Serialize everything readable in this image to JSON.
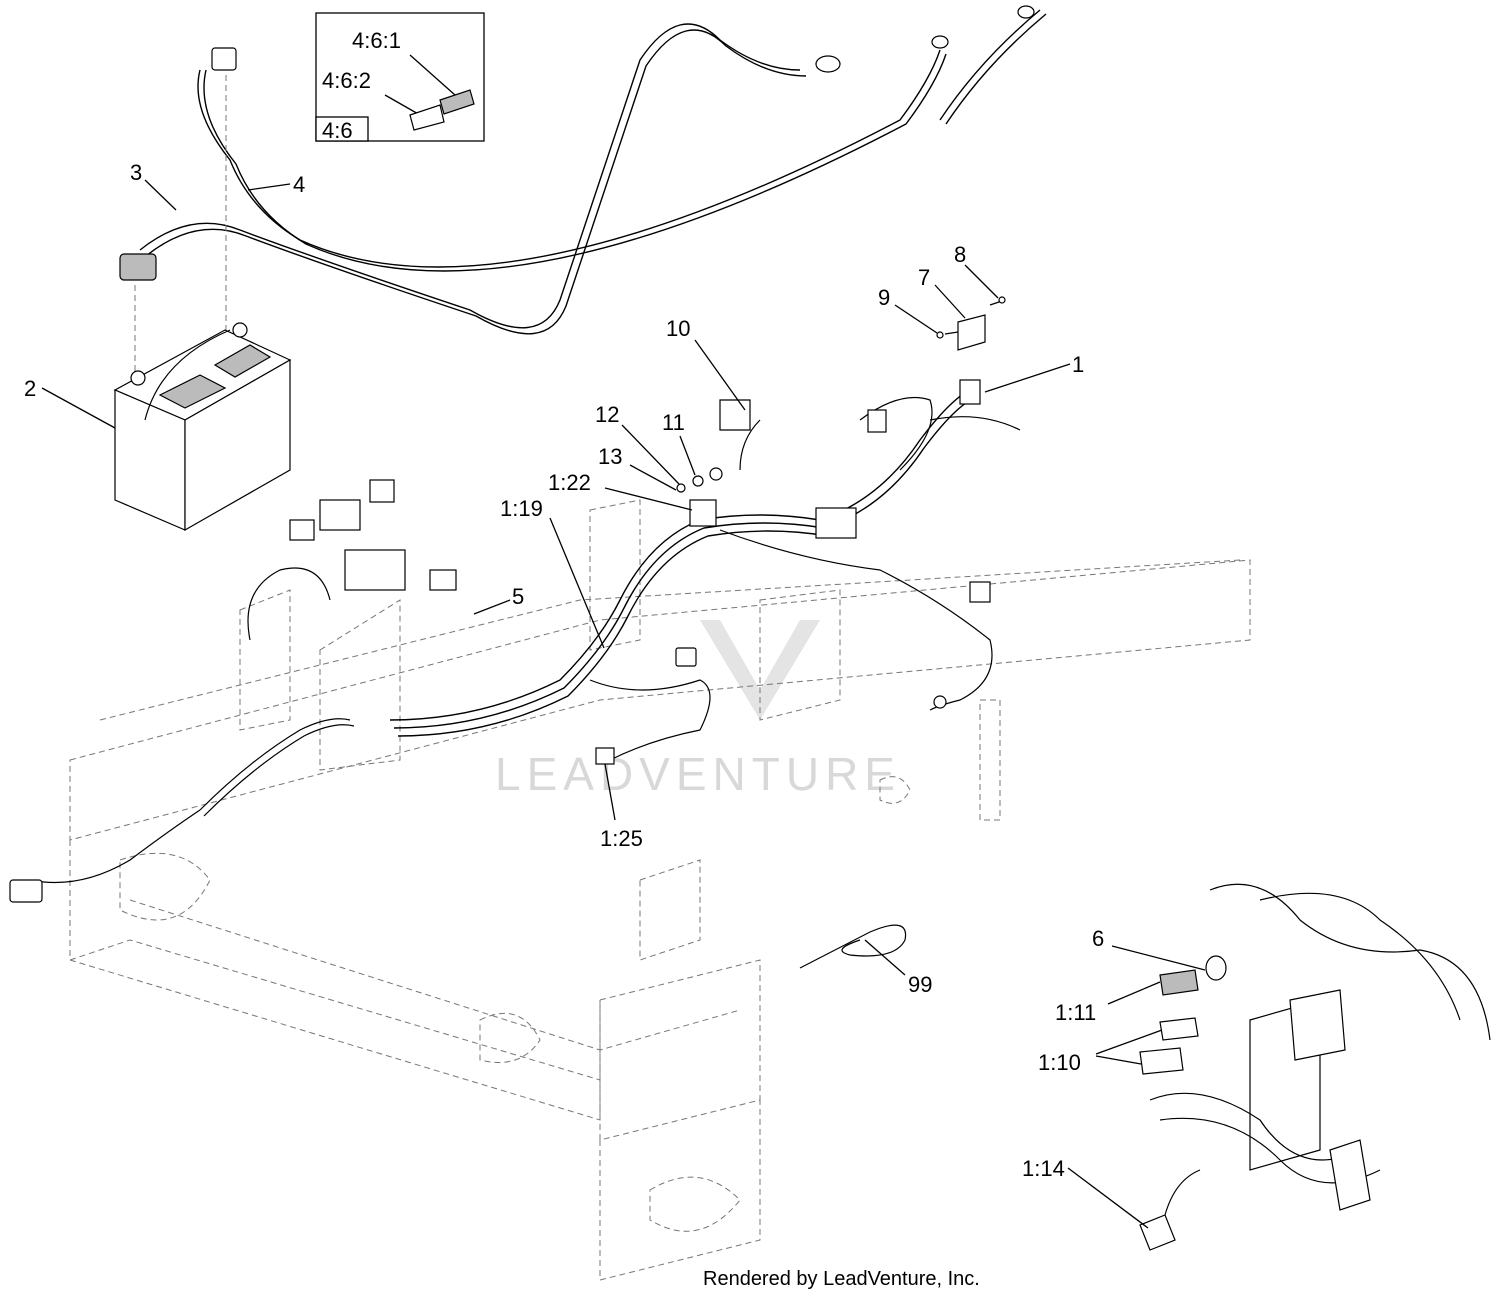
{
  "callouts": {
    "c1": "1",
    "c2": "2",
    "c3": "3",
    "c4": "4",
    "c5": "5",
    "c6": "6",
    "c7": "7",
    "c8": "8",
    "c9": "9",
    "c10": "10",
    "c11": "11",
    "c12": "12",
    "c13": "13",
    "c1_22": "1:22",
    "c1_19": "1:19",
    "c1_25": "1:25",
    "c99": "99",
    "c1_11": "1:11",
    "c1_10": "1:10",
    "c1_14": "1:14"
  },
  "inset": {
    "label_461": "4:6:1",
    "label_462": "4:6:2",
    "label_46": "4:6"
  },
  "watermark": "LEADVENTURE",
  "footer": "Rendered by LeadVenture, Inc."
}
